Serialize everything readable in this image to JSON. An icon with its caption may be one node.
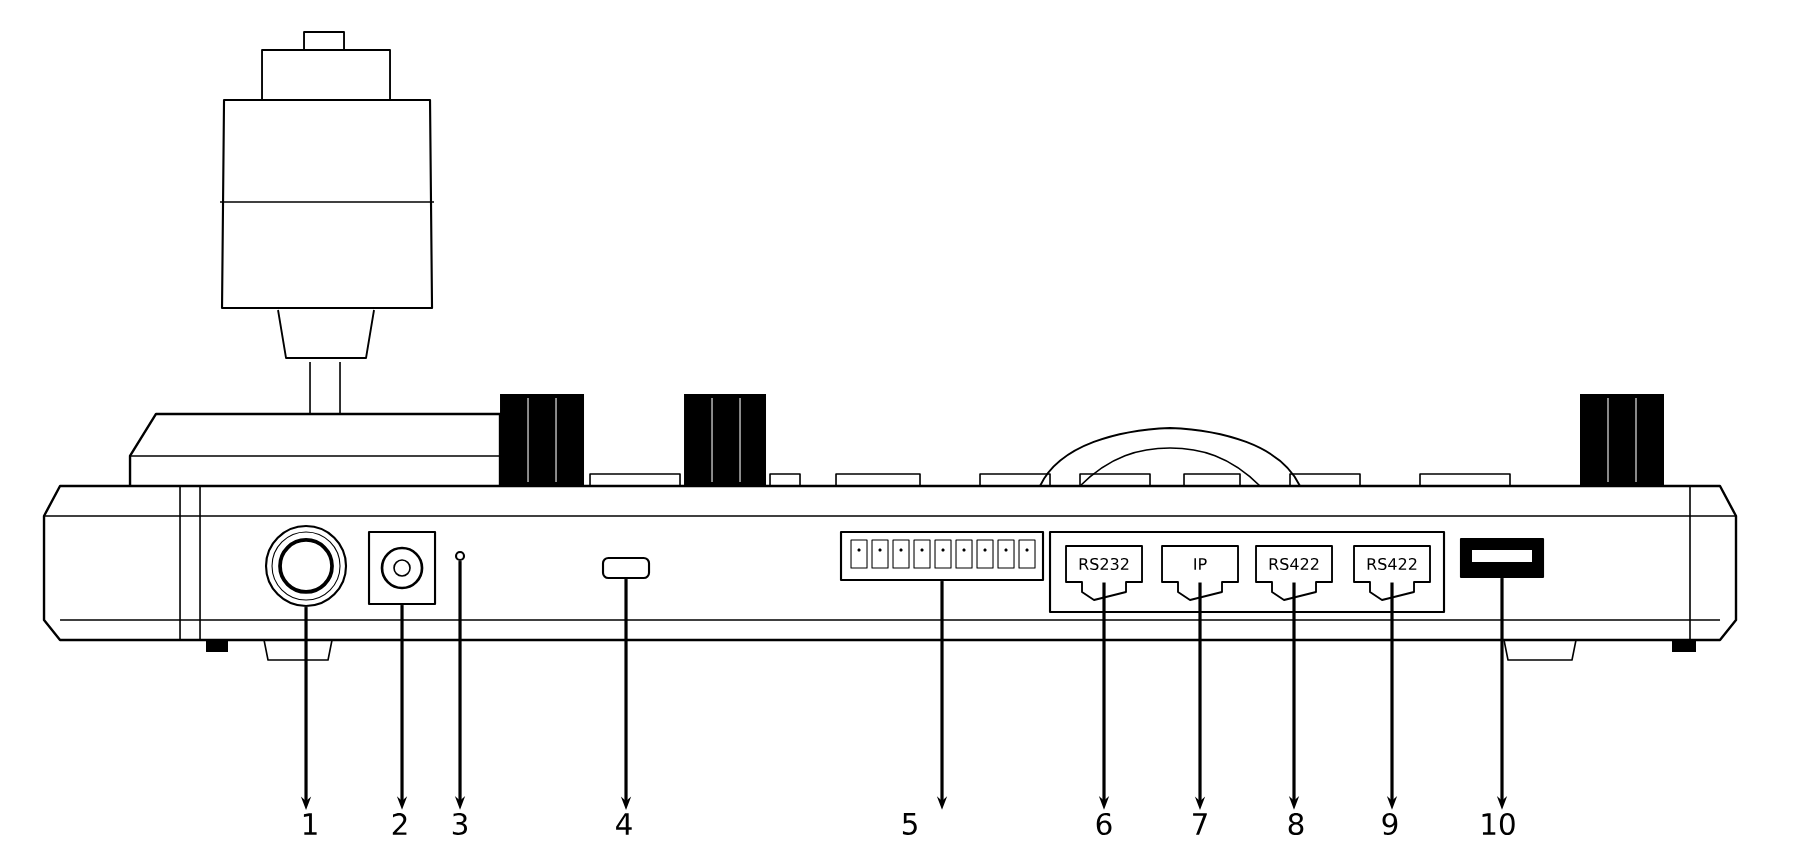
{
  "diagram": {
    "nodes": [
      {
        "text": [],
        "shape": "circle"
      },
      {
        "text": [],
        "shape": "box"
      },
      {
        "text": [],
        "shape": "circle"
      },
      {
        "text": [],
        "shape": "box"
      },
      {
        "text": [],
        "shape": "box"
      },
      {
        "text": [
          "RS232"
        ]
      },
      {
        "text": [
          "IP"
        ]
      },
      {
        "text": [
          "RS422"
        ]
      },
      {
        "text": [
          "RS422"
        ]
      },
      {
        "text": [],
        "shape": "box"
      },
      {
        "text": [
          "1"
        ]
      },
      {
        "text": [
          "2"
        ]
      },
      {
        "text": [
          "3"
        ]
      },
      {
        "text": [
          "4"
        ]
      },
      {
        "text": [
          "5"
        ]
      },
      {
        "text": [
          "6"
        ]
      },
      {
        "text": [
          "7"
        ]
      },
      {
        "text": [
          "8"
        ]
      },
      {
        "text": [
          "9"
        ]
      },
      {
        "text": [
          "10"
        ]
      }
    ],
    "edges": [
      {
        "from": 0,
        "to": 10,
        "arrow": "to"
      },
      {
        "from": 1,
        "to": 11,
        "arrow": "to"
      },
      {
        "from": 2,
        "to": 12,
        "arrow": "to"
      },
      {
        "from": 3,
        "to": 13,
        "arrow": "to"
      },
      {
        "from": 4,
        "to": 14,
        "arrow": "to"
      },
      {
        "from": 5,
        "to": 15,
        "arrow": "to"
      },
      {
        "from": 6,
        "to": 16,
        "arrow": "to"
      },
      {
        "from": 7,
        "to": 17,
        "arrow": "to"
      },
      {
        "from": 8,
        "to": 18,
        "arrow": "to"
      },
      {
        "from": 9,
        "to": 19,
        "arrow": "to"
      }
    ]
  }
}
